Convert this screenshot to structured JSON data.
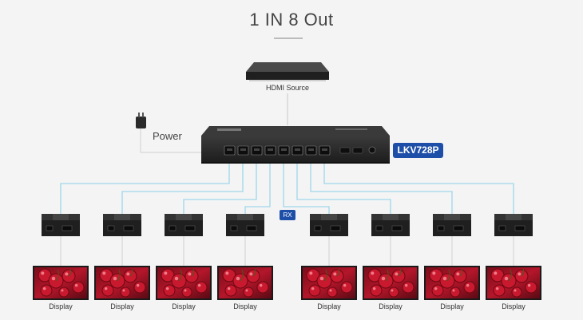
{
  "title": "1 IN 8 Out",
  "source": {
    "label": "HDMI Source"
  },
  "power": {
    "label": "Power"
  },
  "splitter": {
    "model": "LKV728P"
  },
  "receiver_tag": "RX",
  "displays": [
    {
      "label": "Display"
    },
    {
      "label": "Display"
    },
    {
      "label": "Display"
    },
    {
      "label": "Display"
    },
    {
      "label": "Display"
    },
    {
      "label": "Display"
    },
    {
      "label": "Display"
    },
    {
      "label": "Display"
    }
  ],
  "colors": {
    "cable": "#9fd7ea",
    "badge": "#1e4fa8",
    "device": "#2b2b2b"
  }
}
